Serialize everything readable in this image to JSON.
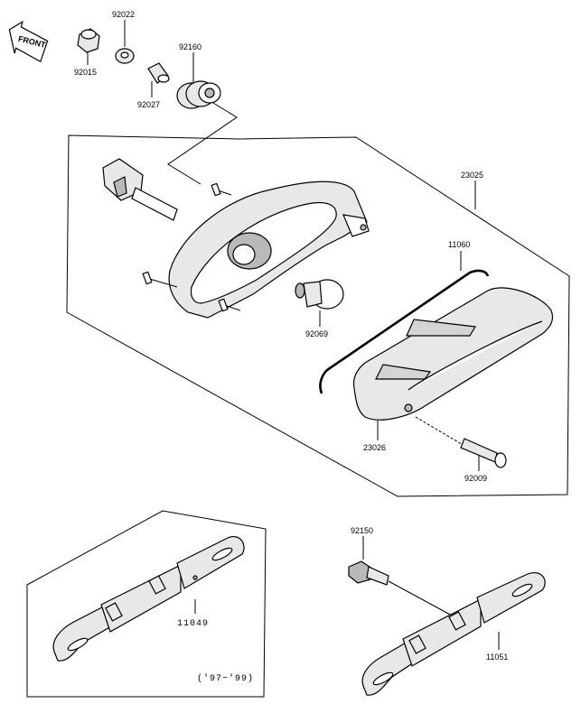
{
  "front_arrow": {
    "label": "FRONT"
  },
  "parts": [
    {
      "id": "92015"
    },
    {
      "id": "92022"
    },
    {
      "id": "92027"
    },
    {
      "id": "92160"
    },
    {
      "id": "23025"
    },
    {
      "id": "11060"
    },
    {
      "id": "92069"
    },
    {
      "id": "23026"
    },
    {
      "id": "92009"
    },
    {
      "id": "92150"
    },
    {
      "id": "11049"
    },
    {
      "id": "11051"
    }
  ],
  "year_note": "(′97~′99)"
}
